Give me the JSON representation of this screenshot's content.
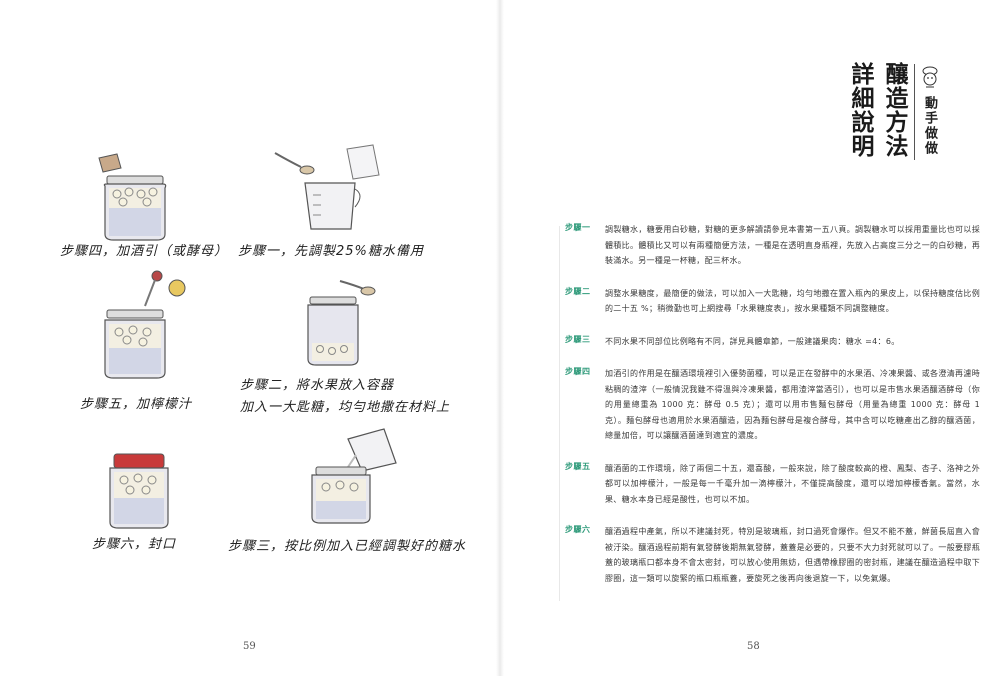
{
  "left_page": {
    "page_number": "59",
    "captions": {
      "step1": "步驟一，先調製25%糖水備用",
      "step2_line1": "步驟二，將水果放入容器",
      "step2_line2": "加入一大匙糖，均勻地撒在材料上",
      "step3": "步驟三，按比例加入已經調製好的糖水",
      "step4": "步驟四，加酒引（或酵母）",
      "step5": "步驟五，加檸檬汁",
      "step6": "步驟六，封口"
    }
  },
  "right_page": {
    "page_number": "58",
    "title": {
      "main": "釀造方法",
      "sub": "詳細說明",
      "kicker": "動手做做"
    },
    "steps": [
      {
        "label": "步驟一",
        "text": "調製糖水，糖要用白砂糖，對糖的更多解讀請參見本書第一五八頁。調製糖水可以採用重量比也可以採體積比。體積比又可以有兩種簡便方法，一種是在透明直身瓶裡，先放入占高度三分之一的白砂糖，再裝滿水。另一種是一杯糖，配三杯水。"
      },
      {
        "label": "步驟二",
        "text": "調整水果糖度，最簡便的做法，可以加入一大匙糖，均勻地撒在置入瓶內的果皮上，以保持糖度估比例的二十五 %；稍微勤也可上網搜尋「水果糖度表」，按水果種類不同調整糖度。"
      },
      {
        "label": "步驟三",
        "text": "不同水果不同部位比例略有不同，詳見具體章節，一般建議果肉：糖水 =4：6。"
      },
      {
        "label": "步驟四",
        "text": "加酒引的作用是在釀酒環境裡引入優勢菌種，可以是正在發酵中的水果酒、冷凍果醬、或各澄清再濾時粘稠的渣滓（一般情況我雖不得溫與冷凍果醬，都用渣滓當酒引），也可以是市售水果酒釀酒酵母（你的用量總重為 1000 克：酵母 0.5 克）；還可以用市售麵包酵母（用量為總重 1000 克：酵母 1 克）。麵包酵母也適用於水果酒釀造，因為麵包酵母是複合酵母，其中含可以吃糖產出乙醇的釀酒菌，總量加倍，可以讓釀酒菌達到適宜的濃度。"
      },
      {
        "label": "步驟五",
        "text": "釀酒菌的工作環境，除了兩個二十五，還喜酸，一般來說，除了酸度較高的橙、鳳梨、杏子、洛神之外都可以加檸檬汁，一般是每一千毫升加一滴檸檬汁，不僅提高酸度，還可以增加檸檬香氣。當然，水果、糖水本身已經是酸性，也可以不加。"
      },
      {
        "label": "步驟六",
        "text": "釀酒過程中產氣，所以不建議封死，特別是玻璃瓶，封口過死會爆作。但又不能不蓋，鮮菌長屆直入會被汙染。釀酒過程前期有氣發酵後期無氣發酵，蓋蓋是必要的，只要不大力封死就可以了。一般要膠瓶蓋的玻璃瓶口都本身不會太密封，可以放心使用無妨，但遇帶橡膠圈的密封瓶，建議在釀造過程中取下膠圈，這一類可以旋緊的瓶口瓶瓶蓋，要旋死之後再向後退旋一下，以免氣爆。"
      }
    ]
  },
  "colors": {
    "accent_green": "#2e9a7a",
    "text": "#3a3a3a",
    "jar_lid_red": "#c83a3a"
  }
}
